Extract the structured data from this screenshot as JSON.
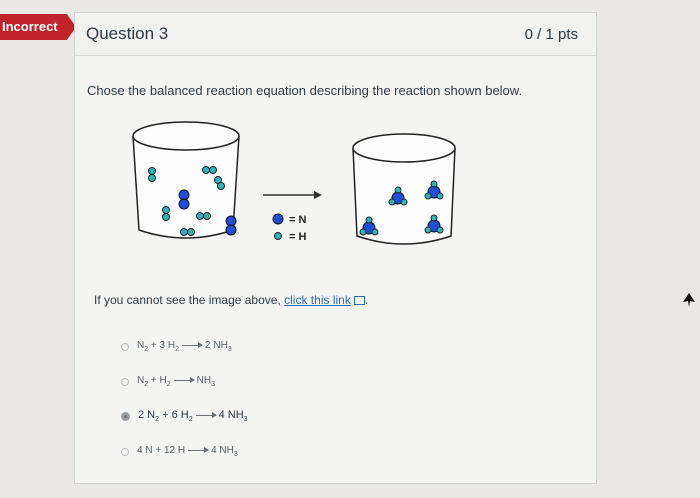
{
  "badge": {
    "label": "Incorrect"
  },
  "question": {
    "title": "Question 3",
    "points": "0 / 1 pts",
    "text": "Chose the balanced reaction equation describing the reaction shown below.",
    "image_note": "If you cannot see the image above,",
    "image_link": "click this link"
  },
  "legend": {
    "n_label": "= N",
    "h_label": "= H"
  },
  "answers": [
    {
      "parts": [
        "N",
        "2",
        " + 3 H",
        "2",
        "→",
        "2 NH",
        "3"
      ],
      "selected": false
    },
    {
      "parts": [
        "N",
        "2",
        " + H",
        "2",
        "→",
        "NH",
        "3"
      ],
      "selected": false
    },
    {
      "parts": [
        "2 N",
        "2",
        " + 6 H",
        "2",
        "→",
        "4 NH",
        "3"
      ],
      "selected": true
    },
    {
      "parts": [
        "4 N + 12 H",
        "",
        "",
        "",
        "→",
        "4 NH",
        "3"
      ],
      "selected": false
    }
  ],
  "colors": {
    "badge": "#c0242a",
    "nitrogen": "#1f4fd6",
    "hydrogen": "#2fb3c2",
    "link": "#2a6db5"
  }
}
